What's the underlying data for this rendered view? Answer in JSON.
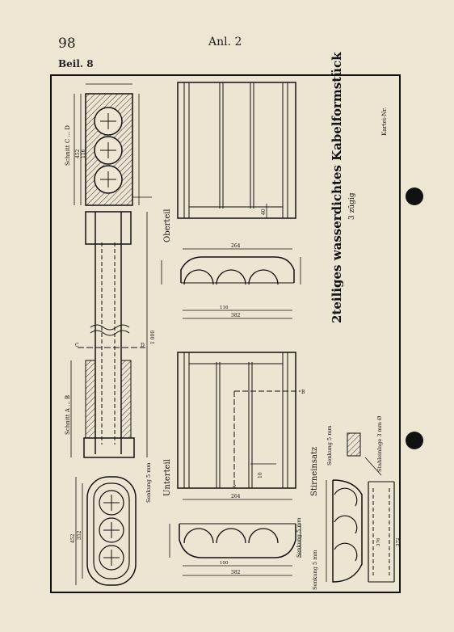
{
  "page": {
    "number": "98",
    "annex": "Anl. 2",
    "supplement": "Beil. 8"
  },
  "drawing": {
    "title": "2teiliges wasserdichtes Kabelformstück",
    "subtitle": "3 zügig",
    "card_no": "Kartei-Nr.",
    "section_cd": "Schnitt C ... D",
    "section_ab": "Schnitt A ... B",
    "upper_part": "Oberteil",
    "lower_part": "Unterteil",
    "end_insert": "Stirneinsatz",
    "countersink_1": "Senkung 5 mm",
    "countersink_2": "Senkung 5 mm",
    "countersink_3": "Senkung 5 mm",
    "countersink_4": "Senkung 5 mm",
    "steel_insert": "Stahleinlage 3 mm Ø",
    "dim_1000": "1 000",
    "dim_264a": "264",
    "dim_264b": "264",
    "dim_382a": "382",
    "dim_382b": "382",
    "dim_116": "116",
    "dim_100": "100",
    "dim_452": "452",
    "dim_352": "352",
    "dim_40": "40",
    "dim_10": "10",
    "dim_376": "376",
    "dim_372": "372",
    "label_a": "A",
    "label_b": "B",
    "label_c": "C",
    "label_d": "D"
  }
}
